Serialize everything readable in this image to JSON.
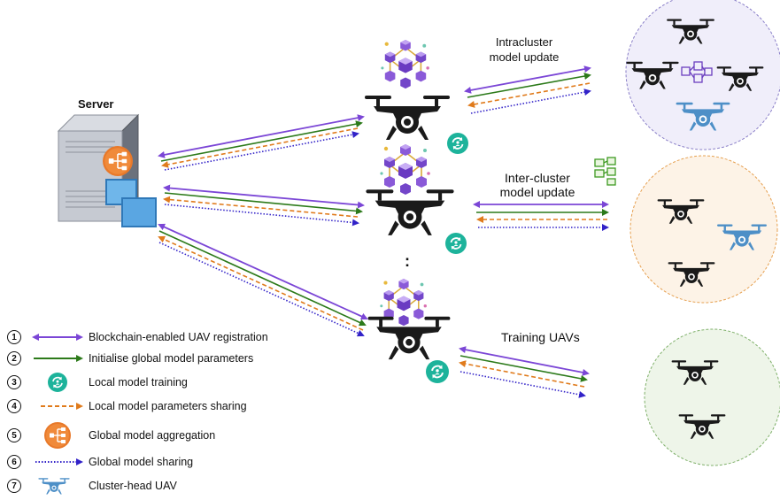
{
  "server": {
    "title": "Server"
  },
  "labels": {
    "intracluster": [
      "Intracluster",
      "model update"
    ],
    "intercluster": [
      "Inter-cluster",
      "model update"
    ],
    "training": "Training UAVs"
  },
  "vertical_dots": ":",
  "legend": [
    {
      "num": "1",
      "text": "Blockchain-enabled UAV registration",
      "symbol": "double-arrow-purple-icon"
    },
    {
      "num": "2",
      "text": "Initialise global model parameters",
      "symbol": "arrow-green-icon"
    },
    {
      "num": "3",
      "text": "Local model training",
      "symbol": "sync-teal-icon"
    },
    {
      "num": "4",
      "text": "Local model parameters sharing",
      "symbol": "dashed-arrow-orange-icon"
    },
    {
      "num": "5",
      "text": "Global model aggregation",
      "symbol": "aggregation-orange-icon"
    },
    {
      "num": "6",
      "text": "Global model sharing",
      "symbol": "dotted-arrow-blue-icon"
    },
    {
      "num": "7",
      "text": "Cluster-head UAV",
      "symbol": "cluster-head-drone-icon"
    }
  ],
  "colors": {
    "purple": "#7b46d6",
    "green": "#2c7a1a",
    "orange": "#e07b1c",
    "blue": "#3222c8",
    "teal": "#1db39b",
    "drone_dark": "#1a1a1a",
    "drone_head": "#4d8fc7",
    "cluster1_fill": "#f0eefa",
    "cluster1_border": "#8a7fc8",
    "cluster2_fill": "#fdf3e7",
    "cluster2_border": "#e6a050",
    "cluster3_fill": "#eef5e9",
    "cluster3_border": "#7fb06a"
  }
}
